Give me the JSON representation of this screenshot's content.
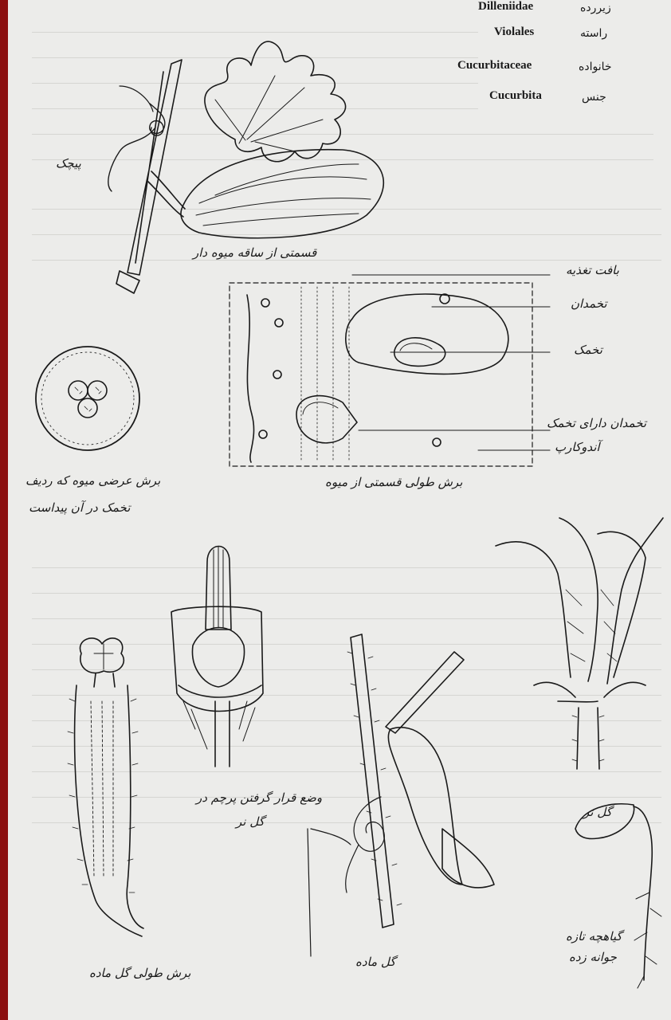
{
  "taxonomy": [
    {
      "rank": "زیررده",
      "name": "Dilleniidae"
    },
    {
      "rank": "راسته",
      "name": "Violales"
    },
    {
      "rank": "خانواده",
      "name": "Cucurbitaceae"
    },
    {
      "rank": "جنس",
      "name": "Cucurbita"
    }
  ],
  "labels": {
    "tendril": "پیچک",
    "stem_caption": "قسمتی از ساقه میوه دار",
    "cross_caption_1": "برش عرضی میوه که ردیف",
    "cross_caption_2": "تخمک در آن پیداست",
    "section_labels": [
      "بافت تغذیه",
      "تخمدان",
      "تخمک",
      "تخمدان دارای تخمک",
      "آندوکارپ"
    ],
    "section_caption": "برش طولی قسمتی از میوه",
    "stamen_caption_1": "وضع قرار گرفتن پرچم در",
    "stamen_caption_2": "گل نر",
    "male_caption": "گل نر",
    "female_caption": "گل ماده",
    "long_caption": "برش طولی گل ماده",
    "seedling_caption_1": "گیاهچه تازه",
    "seedling_caption_2": "جوانه زده"
  },
  "colors": {
    "border": "#8b0f0f",
    "paper": "#ececea",
    "ink": "#1a1a1a"
  }
}
